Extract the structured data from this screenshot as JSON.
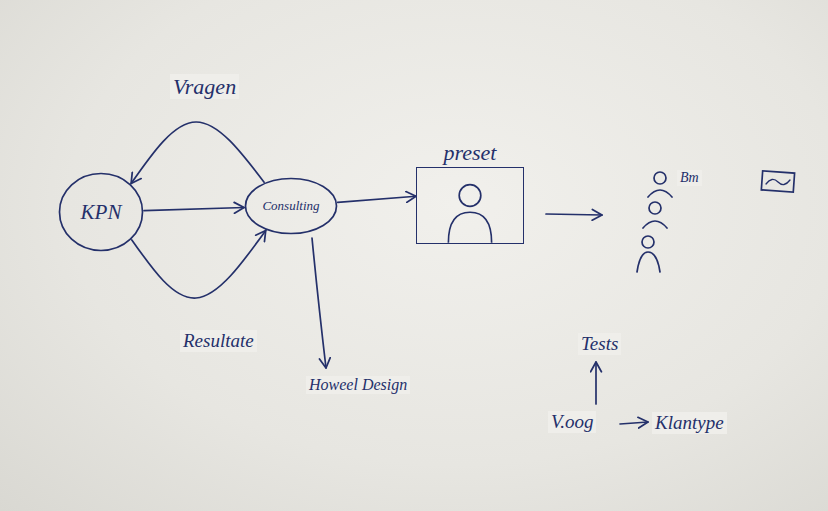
{
  "diagram": {
    "nodes": [
      {
        "text": [
          "KPN"
        ]
      },
      {
        "text": [
          "Consulting"
        ]
      },
      {
        "text": [
          "preset"
        ]
      }
    ],
    "edges": [
      {
        "from": 0,
        "to": 1,
        "arrow": "to"
      },
      {
        "from": 1,
        "to": 0,
        "label": "Vragen",
        "arrow": "to"
      },
      {
        "from": 0,
        "to": 1,
        "label": "Resultate",
        "arrow": "to"
      },
      {
        "from": 1,
        "to": 2,
        "arrow": "to"
      }
    ],
    "labels": [
      "Bm",
      "Howeel Design",
      "Tests",
      "V.oog",
      "Klantype"
    ]
  }
}
